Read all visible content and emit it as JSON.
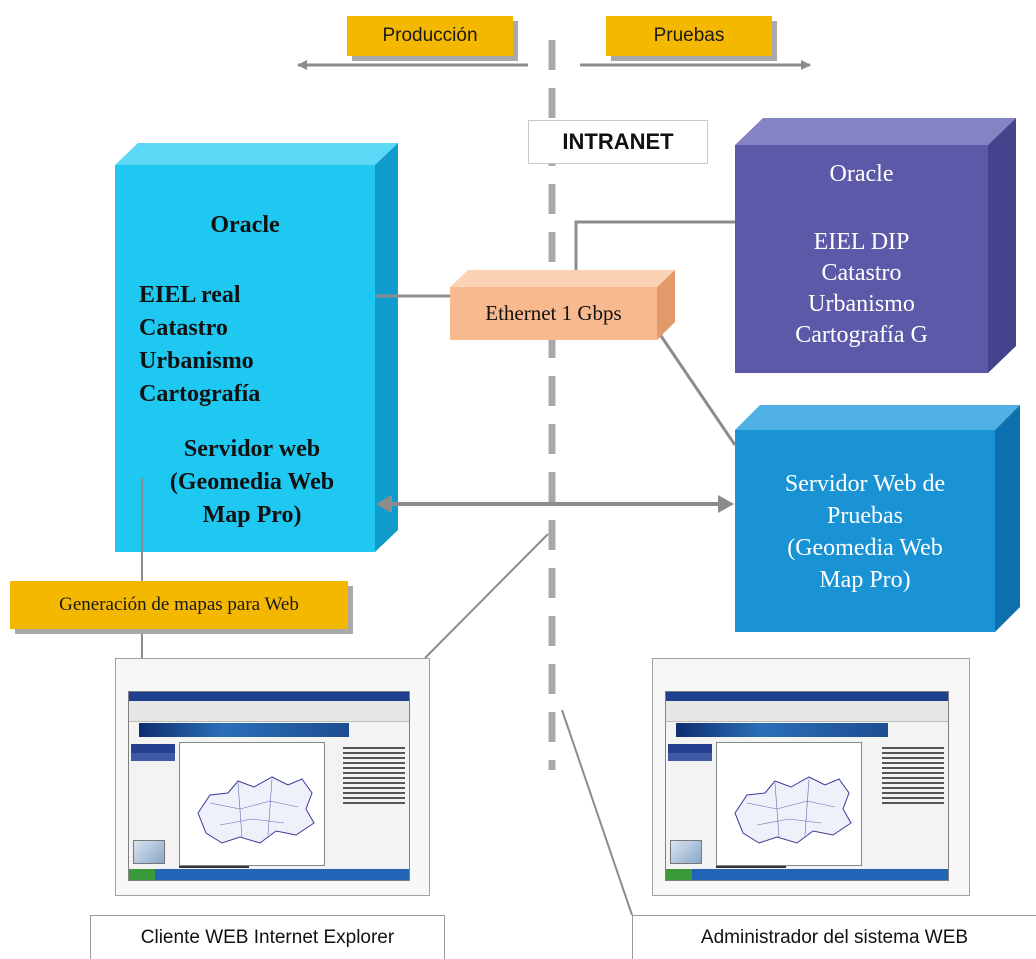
{
  "labels": {
    "produccion": "Producción",
    "pruebas": "Pruebas",
    "intranet": "INTRANET",
    "ethernet": "Ethernet 1 Gbps",
    "generacion": "Generación de mapas para Web"
  },
  "prod_server": {
    "title": "Oracle",
    "items": [
      "EIEL real",
      "Catastro",
      "Urbanismo",
      "Cartografía"
    ],
    "web_lines": [
      "Servidor web",
      "(Geomedia Web",
      "Map Pro)"
    ]
  },
  "oracle_test": {
    "title": "Oracle",
    "items": [
      "EIEL DIP",
      "Catastro",
      "Urbanismo",
      "Cartografía G"
    ]
  },
  "web_test": {
    "lines": [
      "Servidor Web de",
      "Pruebas",
      "(Geomedia Web",
      "Map Pro)"
    ]
  },
  "captions": {
    "client": "Cliente WEB Internet Explorer",
    "admin": "Administrador del sistema WEB"
  },
  "colors": {
    "prod_box": "#1ec8f0",
    "oracle_test_box": "#5c5aa8",
    "web_test_box": "#1a93d4",
    "ethernet_box": "#f9b98f",
    "tag": "#f5b800",
    "dashed_line": "#a8a8a8"
  }
}
